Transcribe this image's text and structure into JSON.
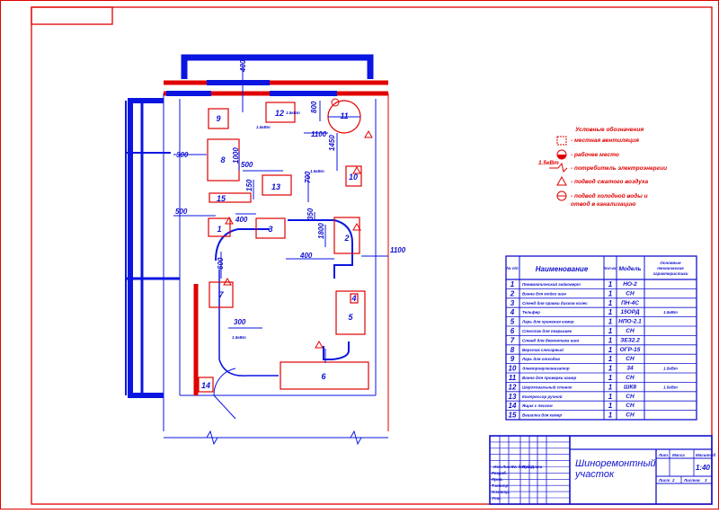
{
  "sheet_title": "Шиноремонтный участок",
  "legend": {
    "title": "Условные обозначения",
    "items": [
      {
        "icon": "ventilation-icon",
        "text": "- местная вентиляция"
      },
      {
        "icon": "workplace-icon",
        "text": "- рабочее место"
      },
      {
        "icon": "power-consumer-icon",
        "text": "- потребитель электроэнергии",
        "tag": "1.5кВт"
      },
      {
        "icon": "compressed-air-icon",
        "text": "- подвод сжатого воздуха"
      },
      {
        "icon": "cold-water-icon",
        "text": "- подвод холодной воды и отвод в канализацию"
      }
    ]
  },
  "plan": {
    "equipment_numbers": [
      "1",
      "2",
      "3",
      "4",
      "5",
      "6",
      "7",
      "8",
      "9",
      "10",
      "11",
      "12",
      "13",
      "14",
      "15"
    ],
    "dimensions": [
      "400",
      "800",
      "1100",
      "1450",
      "300",
      "1000",
      "500",
      "150",
      "700",
      "500",
      "400",
      "350",
      "1800",
      "400",
      "1100",
      "600",
      "300"
    ],
    "power_tags": [
      "1.5кВт",
      "1.5кВт",
      "1.5кВт",
      "1.5кВт"
    ]
  },
  "table": {
    "headers": [
      "№ п/п",
      "Наименование",
      "Кол-во",
      "Модель",
      "Основные технические характеристики"
    ],
    "rows": [
      {
        "n": "1",
        "name": "Пневматический гайковерт",
        "qty": "1",
        "model": "НО-2",
        "spec": ""
      },
      {
        "n": "2",
        "name": "Ванна для мойки шин",
        "qty": "1",
        "model": "СН",
        "spec": ""
      },
      {
        "n": "3",
        "name": "Стенд для правки дисков колес",
        "qty": "1",
        "model": "ПН-4С",
        "spec": ""
      },
      {
        "n": "4",
        "name": "Тельфер",
        "qty": "1",
        "model": "15ОРД",
        "spec": "1.5кВт"
      },
      {
        "n": "5",
        "name": "Ларь для хранения камер",
        "qty": "1",
        "model": "НПО-2.1",
        "spec": ""
      },
      {
        "n": "6",
        "name": "Стеллаж для покрышек",
        "qty": "1",
        "model": "СН",
        "spec": ""
      },
      {
        "n": "7",
        "name": "Стенд для демонтажа шин",
        "qty": "1",
        "model": "ЗЕЗ2.2",
        "spec": ""
      },
      {
        "n": "8",
        "name": "Верстак слесарный",
        "qty": "1",
        "model": "ОГР-15",
        "spec": ""
      },
      {
        "n": "9",
        "name": "Ларь для отходов",
        "qty": "1",
        "model": "СН",
        "spec": ""
      },
      {
        "n": "10",
        "name": "Электровулканизатор",
        "qty": "1",
        "model": "34",
        "spec": "1.5кВт"
      },
      {
        "n": "11",
        "name": "Ванна для проверки камер",
        "qty": "1",
        "model": "СН",
        "spec": ""
      },
      {
        "n": "12",
        "name": "Шероховальный станок",
        "qty": "1",
        "model": "ШК8",
        "spec": "1.5кВт"
      },
      {
        "n": "13",
        "name": "Компрессор ручной",
        "qty": "1",
        "model": "СН",
        "spec": ""
      },
      {
        "n": "14",
        "name": "Ящик с песком",
        "qty": "1",
        "model": "СН",
        "spec": ""
      },
      {
        "n": "15",
        "name": "Вешалка для камер",
        "qty": "1",
        "model": "СН",
        "spec": ""
      }
    ]
  },
  "title_block": {
    "left_labels": [
      "Изм.",
      "Лист",
      "№ докум.",
      "Подп.",
      "Дата",
      "Разраб.",
      "Пров.",
      "Т.контр.",
      "Н.контр.",
      "Утв."
    ],
    "right_labels": [
      "Лит.",
      "Масса",
      "Масштаб",
      "Лист",
      "Листов"
    ],
    "scale": "1:40",
    "sheet_num": "2",
    "sheets_total": "3"
  },
  "colors": {
    "blue": "#1010d0",
    "red": "#e00000",
    "wall": "#0a16e0"
  }
}
